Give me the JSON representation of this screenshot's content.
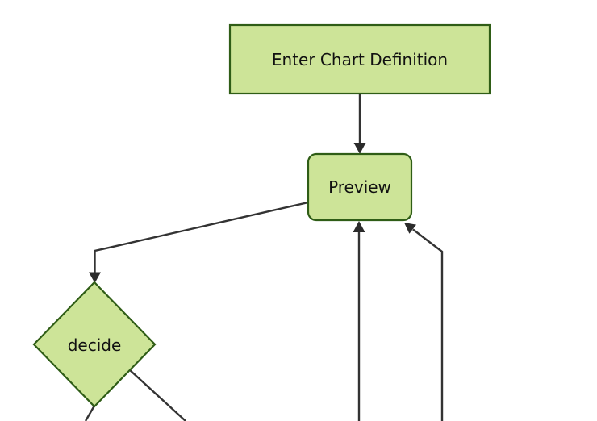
{
  "theme": {
    "background": "#ffffff",
    "node_fill": "#cde498",
    "node_border": "#2f5d16",
    "edge_color": "#333333",
    "arrow_color": "#2b2b2b",
    "text_color": "#111111"
  },
  "diagram": {
    "type": "flowchart",
    "direction": "top-down",
    "nodes": [
      {
        "id": "enter-chart-definition",
        "shape": "rectangle",
        "label": "Enter Chart Definition"
      },
      {
        "id": "preview",
        "shape": "rounded-rectangle",
        "label": "Preview"
      },
      {
        "id": "decide",
        "shape": "diamond",
        "label": "decide"
      }
    ],
    "edges": [
      {
        "from": "enter-chart-definition",
        "to": "preview",
        "arrowhead": true
      },
      {
        "from": "preview",
        "to": "decide",
        "arrowhead": true
      },
      {
        "from": "offscreen-bottom",
        "to": "preview",
        "arrowhead": true
      },
      {
        "from": "offscreen-bottom-right",
        "to": "preview",
        "arrowhead": true
      },
      {
        "from": "decide",
        "to": "offscreen-bottom-left",
        "arrowhead": false
      },
      {
        "from": "decide",
        "to": "offscreen-bottom-right",
        "arrowhead": false
      }
    ]
  }
}
